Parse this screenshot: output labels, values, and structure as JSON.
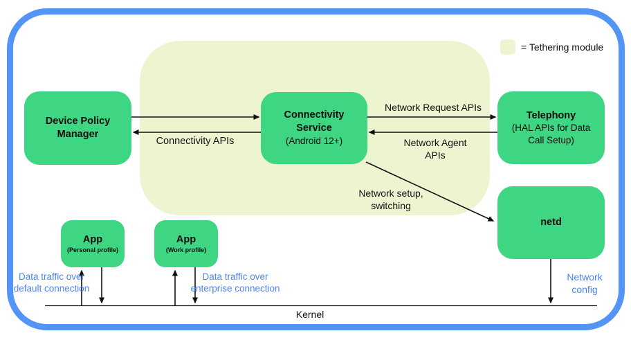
{
  "diagram": {
    "legend": {
      "label": "= Tethering module"
    },
    "nodes": {
      "device_policy_manager": {
        "title": "Device Policy Manager"
      },
      "connectivity_service": {
        "title": "Connectivity Service",
        "subtitle": "(Android 12+)"
      },
      "telephony": {
        "title": "Telephony",
        "subtitle": "(HAL APIs for Data Call Setup)"
      },
      "netd": {
        "title": "netd"
      },
      "app_personal": {
        "title": "App",
        "subtitle": "(Personal profile)"
      },
      "app_work": {
        "title": "App",
        "subtitle": "(Work profile)"
      }
    },
    "edge_labels": {
      "connectivity_apis": "Connectivity APIs",
      "network_request_apis": "Network Request APIs",
      "network_agent_apis": "Network Agent APIs",
      "network_setup_switching": "Network setup, switching",
      "data_traffic_default": "Data traffic over default connection",
      "data_traffic_enterprise": "Data traffic over enterprise connection",
      "network_config": "Network config"
    },
    "kernel_label": "Kernel"
  },
  "colors": {
    "node_green": "#3ed583",
    "tethering_bg": "#edf5d0",
    "border_blue": "#5494f6",
    "label_blue": "#4c86ec",
    "ink": "#111111"
  }
}
